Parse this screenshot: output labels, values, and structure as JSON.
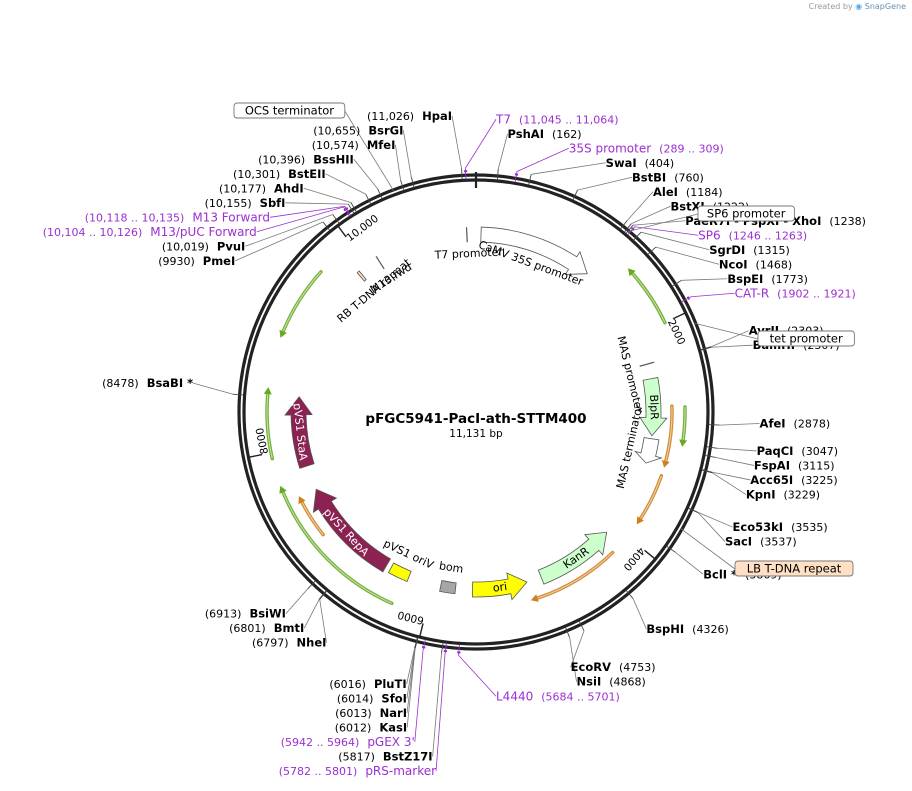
{
  "credit": {
    "prefix": "Created by",
    "brand": "SnapGene"
  },
  "plasmid": {
    "name": "pFGC5941-PacI-ath-STTM400",
    "length_text": "11,131 bp",
    "length": 11131
  },
  "colors": {
    "primer": "#9b30d0",
    "enzyme": "#000000",
    "leader": "#777777",
    "feature_box": "#ffe0c4",
    "cds_maroon": "#8b2252",
    "cds_green": "#ccffcc",
    "ori_yellow": "#ffff00",
    "arrow_gray": "#ffffff",
    "misc_gray": "#a6a6a6",
    "lime_arrow": "#66aa22",
    "orange_arrow": "#d08020"
  },
  "ticks": [
    {
      "label": "2000",
      "pos": 2000
    },
    {
      "label": "4000",
      "pos": 4000
    },
    {
      "label": "6000",
      "pos": 6000
    },
    {
      "label": "8000",
      "pos": 8000
    },
    {
      "label": "10,000",
      "pos": 10000
    }
  ],
  "sites": [
    {
      "pos": "(11,026)",
      "name": "HpaI",
      "kind": "enzyme",
      "bp": 11026,
      "align": "left"
    },
    {
      "pos": "(10,655)",
      "name": "BsrGI",
      "kind": "enzyme",
      "bp": 10655,
      "align": "left"
    },
    {
      "pos": "(10,574)",
      "name": "MfeI",
      "kind": "enzyme",
      "bp": 10574,
      "align": "left"
    },
    {
      "pos": "(10,396)",
      "name": "BssHII",
      "kind": "enzyme",
      "bp": 10396,
      "align": "left"
    },
    {
      "pos": "(10,301)",
      "name": "BstEII",
      "kind": "enzyme",
      "bp": 10301,
      "align": "left"
    },
    {
      "pos": "(10,177)",
      "name": "AhdI",
      "kind": "enzyme",
      "bp": 10177,
      "align": "left"
    },
    {
      "pos": "(10,155)",
      "name": "SbfI",
      "kind": "enzyme",
      "bp": 10155,
      "align": "left"
    },
    {
      "pos": "(10,118 .. 10,135)",
      "name": "M13 Forward",
      "kind": "primer",
      "bp": 10126,
      "align": "left"
    },
    {
      "pos": "(10,104 .. 10,126)",
      "name": "M13/pUC Forward",
      "kind": "primer",
      "bp": 10115,
      "align": "left"
    },
    {
      "pos": "(10,019)",
      "name": "PvuI",
      "kind": "enzyme",
      "bp": 10019,
      "align": "left"
    },
    {
      "pos": "(9930)",
      "name": "PmeI",
      "kind": "enzyme",
      "bp": 9930,
      "align": "left"
    },
    {
      "pos": "(8478)",
      "name": "BsaBI *",
      "kind": "enzyme",
      "bp": 8478,
      "align": "left"
    },
    {
      "pos": "(6913)",
      "name": "BsiWI",
      "kind": "enzyme",
      "bp": 6913,
      "align": "left"
    },
    {
      "pos": "(6801)",
      "name": "BmtI",
      "kind": "enzyme",
      "bp": 6801,
      "align": "left"
    },
    {
      "pos": "(6797)",
      "name": "NheI",
      "kind": "enzyme",
      "bp": 6797,
      "align": "left"
    },
    {
      "pos": "(6016)",
      "name": "PluTI",
      "kind": "enzyme",
      "bp": 6016,
      "align": "left"
    },
    {
      "pos": "(6014)",
      "name": "SfoI",
      "kind": "enzyme",
      "bp": 6014,
      "align": "left"
    },
    {
      "pos": "(6013)",
      "name": "NarI",
      "kind": "enzyme",
      "bp": 6013,
      "align": "left"
    },
    {
      "pos": "(6012)",
      "name": "KasI",
      "kind": "enzyme",
      "bp": 6012,
      "align": "left"
    },
    {
      "pos": "(5942 .. 5964)",
      "name": "pGEX 3'",
      "kind": "primer",
      "bp": 5953,
      "align": "left"
    },
    {
      "pos": "(5817)",
      "name": "BstZ17I",
      "kind": "enzyme",
      "bp": 5817,
      "align": "left"
    },
    {
      "pos": "(5782 .. 5801)",
      "name": "pRS-marker",
      "kind": "primer",
      "bp": 5791,
      "align": "left"
    },
    {
      "pos": "(5684 .. 5701)",
      "name": "L4440",
      "kind": "primer",
      "bp": 5692,
      "align": "right"
    },
    {
      "pos": "(11,045 .. 11,064)",
      "name": "T7",
      "kind": "primer",
      "bp": 11054,
      "align": "right"
    },
    {
      "pos": "(162)",
      "name": "PshAI",
      "kind": "enzyme",
      "bp": 162,
      "align": "right"
    },
    {
      "pos": "(289 .. 309)",
      "name": "35S promoter",
      "kind": "primer",
      "bp": 299,
      "align": "right"
    },
    {
      "pos": "(404)",
      "name": "SwaI",
      "kind": "enzyme",
      "bp": 404,
      "align": "right"
    },
    {
      "pos": "(760)",
      "name": "BstBI",
      "kind": "enzyme",
      "bp": 760,
      "align": "right"
    },
    {
      "pos": "(1184)",
      "name": "AleI",
      "kind": "enzyme",
      "bp": 1184,
      "align": "right"
    },
    {
      "pos": "(1222)",
      "name": "BstXI",
      "kind": "enzyme",
      "bp": 1222,
      "align": "right"
    },
    {
      "pos": "(1238)",
      "name": "PaeR7I - PspXI - XhoI",
      "kind": "enzyme",
      "bp": 1238,
      "align": "right"
    },
    {
      "pos": "(1246 .. 1263)",
      "name": "SP6",
      "kind": "primer",
      "bp": 1255,
      "align": "right"
    },
    {
      "pos": "(1315)",
      "name": "SgrDI",
      "kind": "enzyme",
      "bp": 1315,
      "align": "right"
    },
    {
      "pos": "(1468)",
      "name": "NcoI",
      "kind": "enzyme",
      "bp": 1468,
      "align": "right"
    },
    {
      "pos": "(1773)",
      "name": "BspEI",
      "kind": "enzyme",
      "bp": 1773,
      "align": "right"
    },
    {
      "pos": "(1902 .. 1921)",
      "name": "CAT-R",
      "kind": "primer",
      "bp": 1911,
      "align": "right"
    },
    {
      "pos": "(2303)",
      "name": "AvrII",
      "kind": "enzyme",
      "bp": 2303,
      "align": "right"
    },
    {
      "pos": "(2307)",
      "name": "BamHI",
      "kind": "enzyme",
      "bp": 2307,
      "align": "right"
    },
    {
      "pos": "(2878)",
      "name": "AfeI",
      "kind": "enzyme",
      "bp": 2878,
      "align": "right"
    },
    {
      "pos": "(3047)",
      "name": "PaqCI",
      "kind": "enzyme",
      "bp": 3047,
      "align": "right"
    },
    {
      "pos": "(3115)",
      "name": "FspAI",
      "kind": "enzyme",
      "bp": 3115,
      "align": "right"
    },
    {
      "pos": "(3225)",
      "name": "Acc65I",
      "kind": "enzyme",
      "bp": 3225,
      "align": "right"
    },
    {
      "pos": "(3229)",
      "name": "KpnI",
      "kind": "enzyme",
      "bp": 3229,
      "align": "right"
    },
    {
      "pos": "(3535)",
      "name": "Eco53kI",
      "kind": "enzyme",
      "bp": 3535,
      "align": "right"
    },
    {
      "pos": "(3537)",
      "name": "SacI",
      "kind": "enzyme",
      "bp": 3537,
      "align": "right"
    },
    {
      "pos": "(3869)",
      "name": "BclI *",
      "kind": "enzyme",
      "bp": 3869,
      "align": "right"
    },
    {
      "pos": "(4326)",
      "name": "BspHI",
      "kind": "enzyme",
      "bp": 4326,
      "align": "right"
    },
    {
      "pos": "(4753)",
      "name": "EcoRV",
      "kind": "enzyme",
      "bp": 4753,
      "align": "right"
    },
    {
      "pos": "(4868)",
      "name": "NsiI",
      "kind": "enzyme",
      "bp": 4868,
      "align": "right"
    }
  ],
  "boxed_labels": [
    {
      "text": "OCS terminator",
      "fill": "#ffffff"
    },
    {
      "text": "SP6 promoter",
      "fill": "#ffffff"
    },
    {
      "text": "tet promoter",
      "fill": "#ffffff"
    },
    {
      "text": "LB T-DNA repeat",
      "fill": "#ffe0c4"
    }
  ],
  "features": [
    {
      "name": "CaMV 35S promoter",
      "start": 50,
      "end": 1200,
      "shape": "arrow",
      "fill": "#ffffff",
      "dir": 1
    },
    {
      "name": "T7 promoter",
      "start": 11040,
      "end": 11060,
      "shape": "small",
      "fill": "#ffffff",
      "dir": 1
    },
    {
      "name": "M13 fwd",
      "start": 10120,
      "end": 10135,
      "shape": "small",
      "fill": "#ffffff",
      "dir": -1
    },
    {
      "name": "MAS promoter",
      "start": 2300,
      "end": 2420,
      "shape": "small",
      "fill": "#ffffff",
      "dir": 1
    },
    {
      "name": "BlpR",
      "start": 2450,
      "end": 3020,
      "shape": "arrow",
      "fill": "#ccffcc",
      "dir": 1
    },
    {
      "name": "MAS terminator",
      "start": 3050,
      "end": 3300,
      "shape": "arrow",
      "fill": "#ffffff",
      "dir": 1
    },
    {
      "name": "KanR",
      "start": 4100,
      "end": 4900,
      "shape": "arrow",
      "fill": "#ccffcc",
      "dir": -1
    },
    {
      "name": "ori",
      "start": 5050,
      "end": 5600,
      "shape": "arrow",
      "fill": "#ffff00",
      "dir": -1
    },
    {
      "name": "bom",
      "start": 5770,
      "end": 5920,
      "shape": "box",
      "fill": "#a6a6a6",
      "dir": 0
    },
    {
      "name": "pVS1 oriV",
      "start": 6250,
      "end": 6450,
      "shape": "box",
      "fill": "#ffff00",
      "dir": 0
    },
    {
      "name": "pVS1 RepA",
      "start": 6500,
      "end": 7550,
      "shape": "arrow",
      "fill": "#8b2252",
      "dir": 1
    },
    {
      "name": "pVS1 StaA",
      "start": 7800,
      "end": 8500,
      "shape": "arrow",
      "fill": "#8b2252",
      "dir": 1
    },
    {
      "name": "RB T-DNA repeat",
      "start": 9880,
      "end": 9905,
      "shape": "box",
      "fill": "#ffe0c4",
      "dir": 0
    }
  ],
  "outer_arcs": [
    {
      "start": 1500,
      "end": 2000,
      "color": "#66aa22",
      "dir": -1
    },
    {
      "start": 2740,
      "end": 3020,
      "color": "#66aa22",
      "dir": 1
    },
    {
      "start": 2730,
      "end": 3230,
      "color": "#d08020",
      "dir": 1
    },
    {
      "start": 3370,
      "end": 3800,
      "color": "#d08020",
      "dir": 1
    },
    {
      "start": 4200,
      "end": 5000,
      "color": "#d08020",
      "dir": 1
    },
    {
      "start": 6300,
      "end": 7650,
      "color": "#66aa22",
      "dir": 1
    },
    {
      "start": 7150,
      "end": 7500,
      "color": "#d08020",
      "dir": 1
    },
    {
      "start": 7950,
      "end": 8500,
      "color": "#66aa22",
      "dir": 1
    },
    {
      "start": 9050,
      "end": 9650,
      "color": "#66aa22",
      "dir": -1
    }
  ]
}
